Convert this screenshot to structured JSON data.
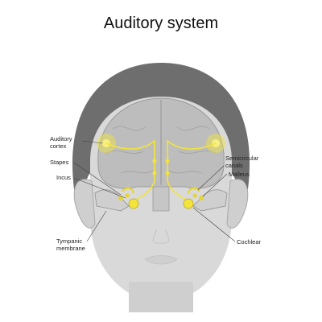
{
  "title": "Auditory system",
  "labels": {
    "auditory_cortex": "Auditory\ncortex",
    "stapes": "Stapes",
    "incus": "Incus",
    "tympanic_membrane": "Tympanic\nmembrane",
    "semicircular_canals": "Semicircular\ncanals",
    "malleus": "Malleus",
    "cochlear": "Cochlear"
  },
  "colors": {
    "hair": "#6e6e6e",
    "skin": "#d9d9d9",
    "brain": "#bdbdbd",
    "pathway": "#f2e43a",
    "leader": "#444444"
  }
}
